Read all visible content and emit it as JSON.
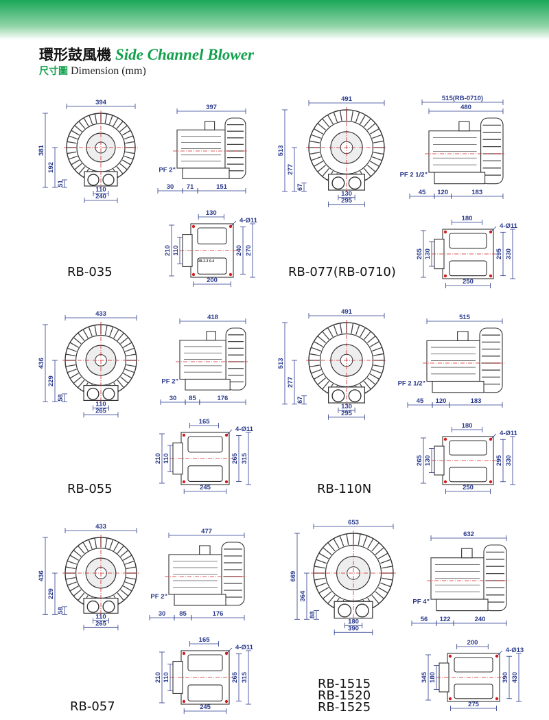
{
  "header": {
    "title_cn": "環形鼓風機",
    "title_en": "Side Channel Blower",
    "subtitle_cn": "尺寸圖",
    "subtitle_en": "Dimension (mm)"
  },
  "colors": {
    "accent_green": "#12a04c",
    "dimension_blue": "#2a3a8c",
    "centerline_red": "#d21e1e"
  },
  "models": [
    {
      "name": "RB-035",
      "front": {
        "width": "394",
        "height": "381",
        "center": "192",
        "base": "51",
        "inner": "110",
        "foot": "240"
      },
      "side": {
        "length": "397",
        "port": "PF 2\"",
        "a": "30",
        "b": "71",
        "c": "151"
      },
      "base_view": {
        "top": "130",
        "holes": "4-Ø11",
        "left1": "210",
        "left2": "110",
        "right1": "240",
        "right2": "270",
        "bottom": "200",
        "plate": "RB-2-3 0-4"
      }
    },
    {
      "name": "RB-077(RB-0710)",
      "front": {
        "width": "491",
        "height": "513",
        "center": "277",
        "base": "67",
        "inner": "130",
        "foot": "295"
      },
      "side": {
        "length_alt": "515(RB-0710)",
        "length": "480",
        "port": "PF 2 1/2\"",
        "a": "45",
        "b": "120",
        "c": "183"
      },
      "base_view": {
        "top": "180",
        "holes": "4-Ø11",
        "left1": "265",
        "left2": "130",
        "right1": "295",
        "right2": "330",
        "bottom": "250"
      }
    },
    {
      "name": "RB-055",
      "front": {
        "width": "433",
        "height": "436",
        "center": "229",
        "base": "58",
        "inner": "110",
        "foot": "265"
      },
      "side": {
        "length": "418",
        "port": "PF 2\"",
        "a": "30",
        "b": "85",
        "c": "176"
      },
      "base_view": {
        "top": "165",
        "holes": "4-Ø11",
        "left1": "210",
        "left2": "110",
        "right1": "265",
        "right2": "315",
        "bottom": "245"
      }
    },
    {
      "name": "RB-110N",
      "front": {
        "width": "491",
        "height": "513",
        "center": "277",
        "base": "67",
        "inner": "130",
        "foot": "295"
      },
      "side": {
        "length": "515",
        "port": "PF 2 1/2\"",
        "a": "45",
        "b": "120",
        "c": "183"
      },
      "base_view": {
        "top": "180",
        "holes": "4-Ø11",
        "left1": "265",
        "left2": "130",
        "right1": "295",
        "right2": "330",
        "bottom": "250"
      }
    },
    {
      "name": "RB-057",
      "front": {
        "width": "433",
        "height": "436",
        "center": "229",
        "base": "58",
        "inner": "110",
        "foot": "265"
      },
      "side": {
        "length": "477",
        "port": "PF 2\"",
        "a": "30",
        "b": "85",
        "c": "176"
      },
      "base_view": {
        "top": "165",
        "holes": "4-Ø11",
        "left1": "210",
        "left2": "110",
        "right1": "265",
        "right2": "315",
        "bottom": "245"
      }
    },
    {
      "name_lines": [
        "RB-1515",
        "RB-1520",
        "RB-1525"
      ],
      "front": {
        "width": "653",
        "height": "669",
        "center": "364",
        "base": "88",
        "inner": "180",
        "foot": "390"
      },
      "side": {
        "length": "632",
        "port": "PF 4\"",
        "a": "56",
        "b": "122",
        "c": "240"
      },
      "base_view": {
        "top": "200",
        "holes": "4-Ø13",
        "left1": "345",
        "left2": "180",
        "right1": "390",
        "right2": "430",
        "bottom": "275"
      }
    }
  ]
}
